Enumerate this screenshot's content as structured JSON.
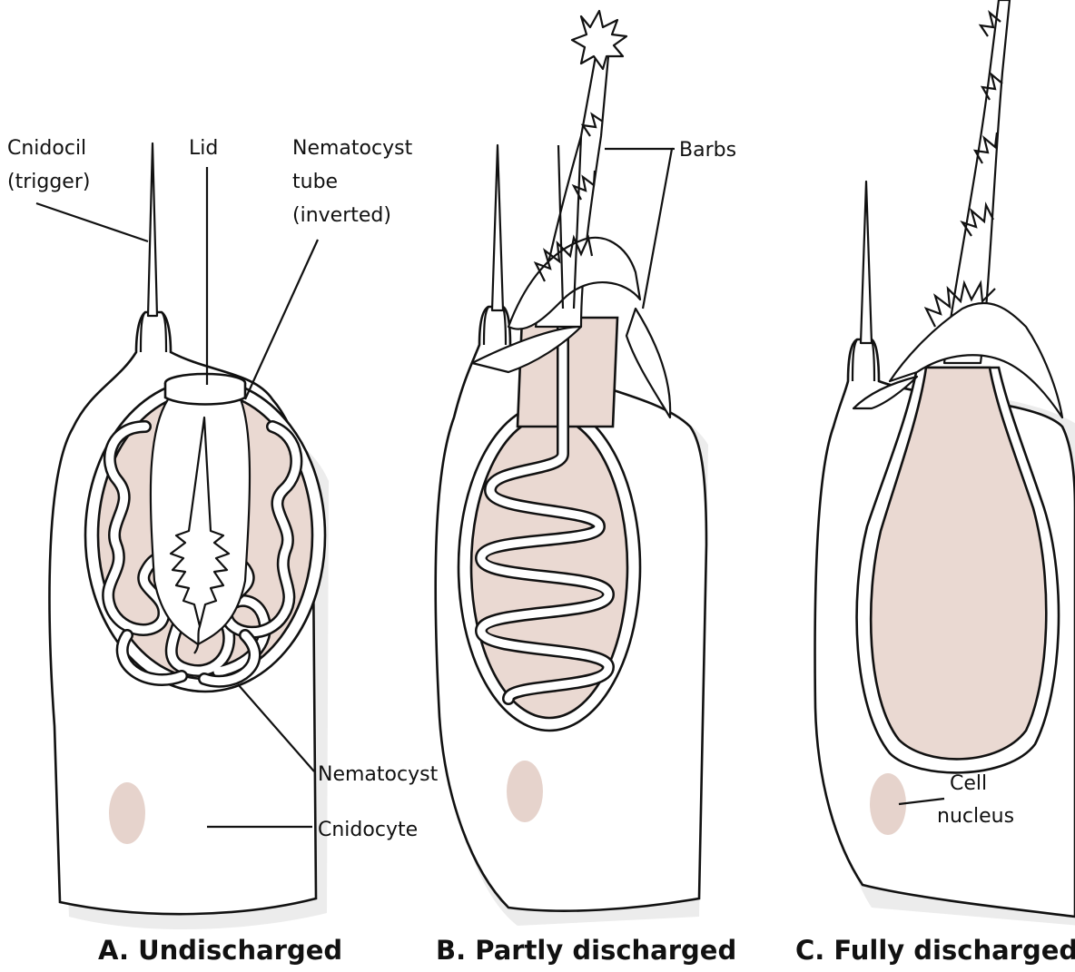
{
  "panels": [
    {
      "caption": "A. Undischarged"
    },
    {
      "caption": "B. Partly discharged"
    },
    {
      "caption": "C. Fully discharged"
    }
  ],
  "labels": {
    "cnidocil_line1": "Cnidocil",
    "cnidocil_line2": "(trigger)",
    "lid": "Lid",
    "tube_line1": "Nematocyst",
    "tube_line2": "tube",
    "tube_line3": "(inverted)",
    "nematocyst": "Nematocyst",
    "cnidocyte": "Cnidocyte",
    "barbs": "Barbs",
    "nucleus_line1": "Cell",
    "nucleus_line2": "nucleus"
  },
  "colors": {
    "fluid": "#ead9d2",
    "nucleus": "#e6d3cc",
    "outline": "#111111"
  }
}
